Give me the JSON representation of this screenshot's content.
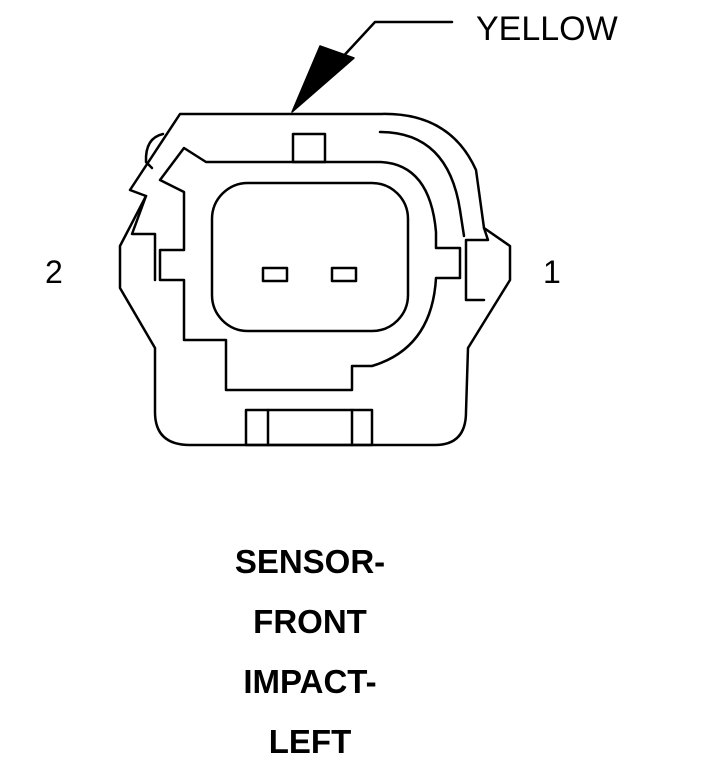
{
  "wire": {
    "color_label": "YELLOW"
  },
  "pins": [
    {
      "id": "pin-2",
      "label": "2"
    },
    {
      "id": "pin-1",
      "label": "1"
    }
  ],
  "component": {
    "title_lines": [
      "SENSOR-",
      "FRONT",
      "IMPACT-",
      "LEFT"
    ]
  },
  "colors": {
    "stroke": "#000000",
    "background": "#ffffff"
  }
}
